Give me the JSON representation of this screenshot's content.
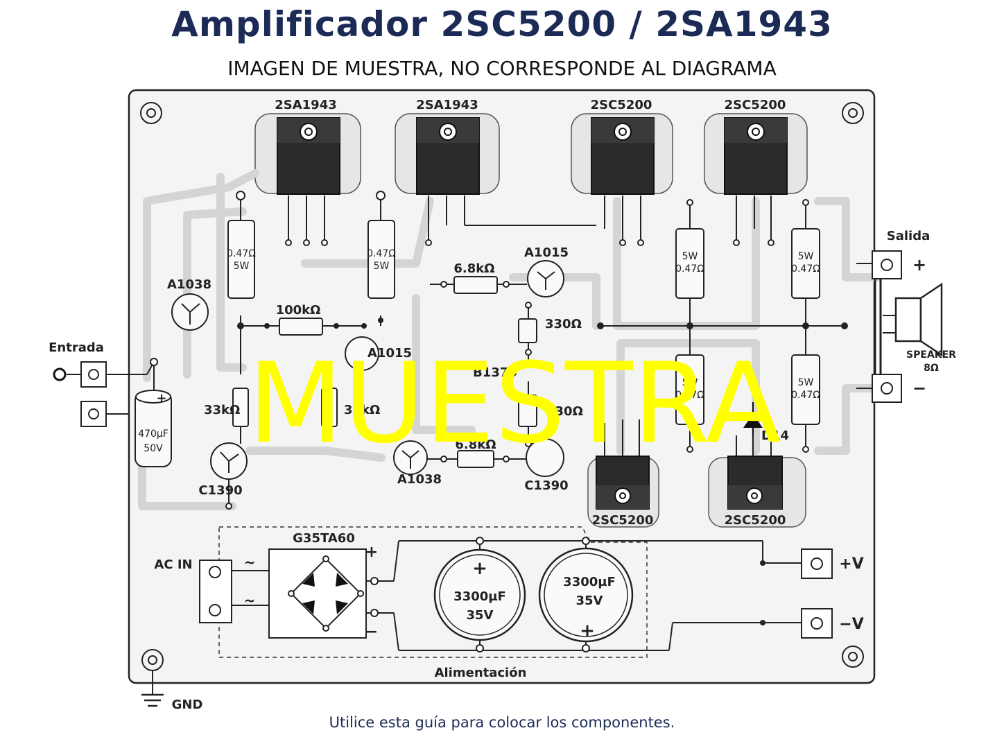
{
  "title": "Amplificador 2SC5200 / 2SA1943",
  "subtitle": "IMAGEN DE MUESTRA, NO CORRESPONDE AL DIAGRAMA",
  "footer": "Utilice esta guía para colocar los componentes.",
  "watermark": "MUESTRA",
  "colors": {
    "board": "#f4f4f4",
    "trace": "#e2e2e2",
    "transistor_body": "#2b2b2b",
    "watermark": "#ffff00",
    "title": "#1c2a56"
  },
  "transistors": {
    "q_top1": "2SA1943",
    "q_top2": "2SA1943",
    "q_top3": "2SC5200",
    "q_top4": "2SC5200",
    "q_bot1": "2SC5200",
    "q_bot2": "2SC5200",
    "a1038_left": "A1038",
    "a1038_mid": "A1038",
    "a1015_top": "A1015",
    "a1015_mid": "A1015",
    "c1390_left": "C1390",
    "c1390_right": "C1390",
    "b1370": "B1370"
  },
  "resistors": {
    "r1": {
      "ohm": "0.47Ω",
      "watt": "5W"
    },
    "r2": {
      "ohm": "0.47Ω",
      "watt": "5W"
    },
    "r3": {
      "watt": "5W",
      "ohm": "0.47Ω"
    },
    "r4": {
      "watt": "5W",
      "ohm": "0.47Ω"
    },
    "r5": {
      "watt": "5W",
      "ohm": "0.47Ω"
    },
    "r6": {
      "watt": "5W",
      "ohm": "0.47Ω"
    },
    "r_100k": "100kΩ",
    "r_6k8_top": "6.8kΩ",
    "r_6k8_bot": "6.8kΩ",
    "r_330_top": "330Ω",
    "r_330_bot": "330Ω",
    "r_33k_left": "33kΩ",
    "r_33k_right": "33kΩ"
  },
  "diode": "D14",
  "input_cap": {
    "value": "470µF",
    "voltage": "50V"
  },
  "filter_caps": [
    {
      "value": "3300µF",
      "voltage": "35V"
    },
    {
      "value": "3300µF",
      "voltage": "35V"
    }
  ],
  "bridge": "G35TA60",
  "labels": {
    "entrada": "Entrada",
    "salida": "Salida",
    "speaker": "SPEAKER",
    "speaker_ohm": "8Ω",
    "ac_in": "AC IN",
    "pos_v": "+V",
    "neg_v": "−V",
    "gnd": "GND",
    "alimentacion": "Alimentación",
    "plus": "+",
    "minus": "−",
    "tilde": "~"
  }
}
